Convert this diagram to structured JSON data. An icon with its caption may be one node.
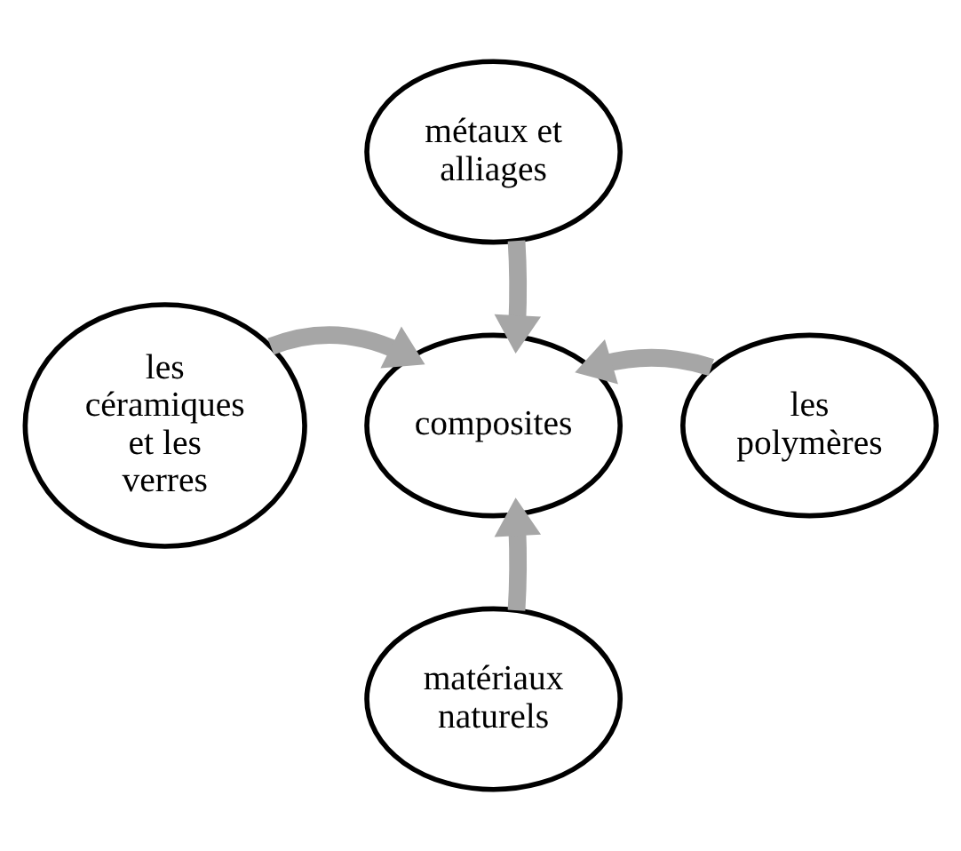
{
  "diagram": {
    "nodes": [
      {
        "text": [
          "métaux et alliages"
        ]
      },
      {
        "text": [
          "les céramiques et les verres"
        ]
      },
      {
        "text": [
          "composites"
        ]
      },
      {
        "text": [
          "les polymères"
        ]
      },
      {
        "text": [
          "matériaux naturels"
        ]
      }
    ],
    "edges": [
      {
        "from": 0,
        "to": 2,
        "arrow": "to"
      },
      {
        "from": 1,
        "to": 2,
        "arrow": "to"
      },
      {
        "from": 3,
        "to": 2,
        "arrow": "to"
      },
      {
        "from": 4,
        "to": 2,
        "arrow": "to"
      }
    ]
  }
}
